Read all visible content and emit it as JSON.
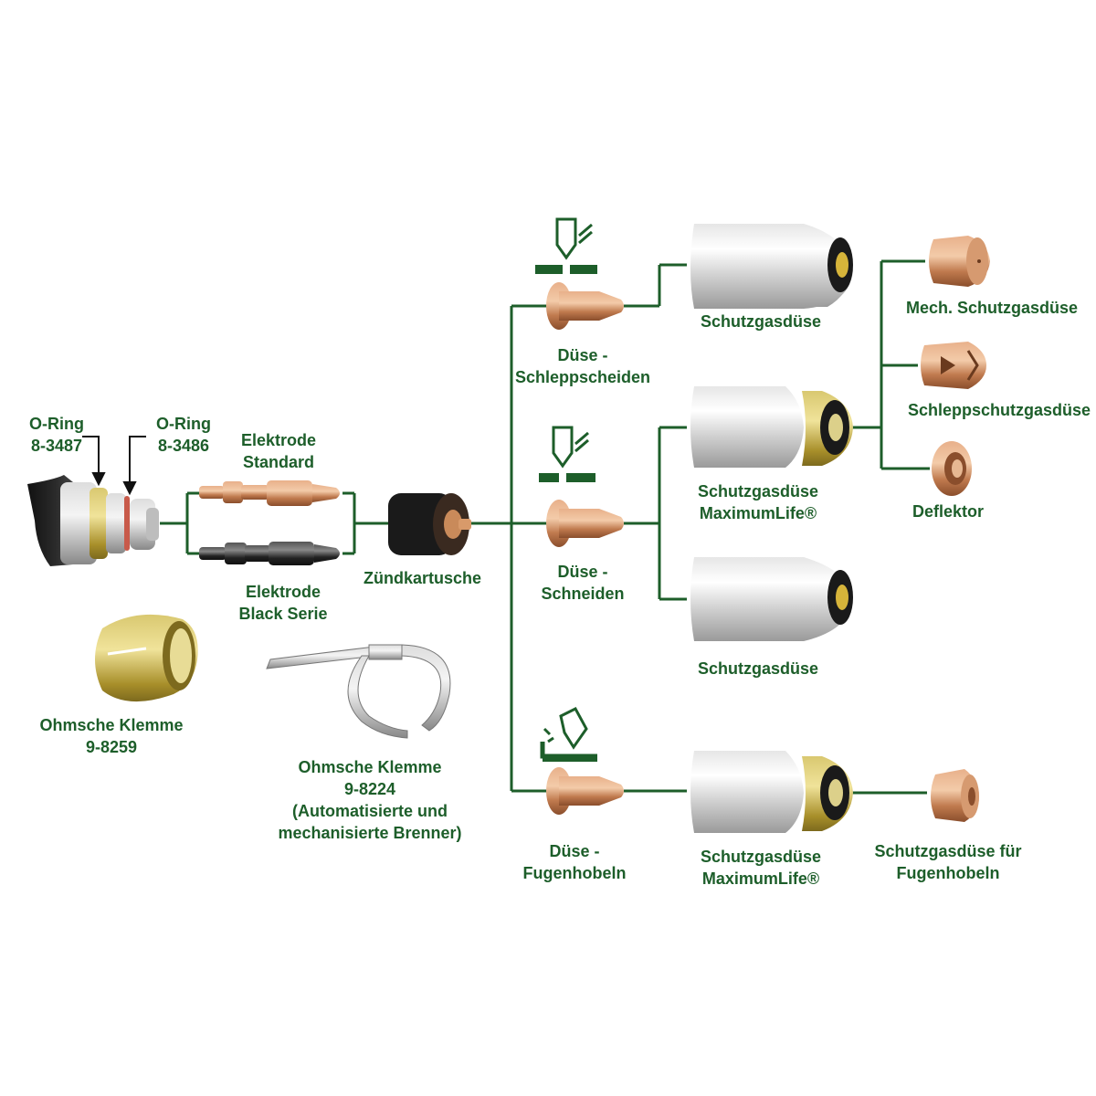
{
  "colors": {
    "label": "#1d5e2a",
    "line": "#1d5e2a",
    "copper": "#c9865a",
    "brass": "#b8a03a",
    "silver": "#d8d8d8",
    "black": "#1e1e1e"
  },
  "labels": {
    "oring_a_name": "O-Ring",
    "oring_a_number": "8-3487",
    "oring_b_name": "O-Ring",
    "oring_b_number": "8-3486",
    "elektrode_std_line1": "Elektrode",
    "elektrode_std_line2": "Standard",
    "elektrode_black_line1": "Elektrode",
    "elektrode_black_line2": "Black Serie",
    "zuendkartusche": "Zündkartusche",
    "ohm_klemme_a_name": "Ohmsche Klemme",
    "ohm_klemme_a_number": "9-8259",
    "ohm_klemme_b_name": "Ohmsche Klemme",
    "ohm_klemme_b_number": "9-8224",
    "ohm_klemme_b_note1": "(Automatisierte und",
    "ohm_klemme_b_note2": "mechanisierte Brenner)",
    "duese_schlepp_line1": "Düse -",
    "duese_schlepp_line2": "Schleppscheiden",
    "duese_schneiden_line1": "Düse -",
    "duese_schneiden_line2": "Schneiden",
    "duese_fugen_line1": "Düse -",
    "duese_fugen_line2": "Fugenhobeln",
    "schutzgas_top": "Schutzgasdüse",
    "schutzgas_ml_mid_line1": "Schutzgasdüse",
    "schutzgas_ml_mid_line2": "MaximumLife®",
    "schutzgas_low": "Schutzgasdüse",
    "schutzgas_ml_bottom_line1": "Schutzgasdüse",
    "schutzgas_ml_bottom_line2": "MaximumLife®",
    "mech_schutzgas": "Mech. Schutzgasdüse",
    "schlepp_schutzgas": "Schleppschutzgasdüse",
    "deflektor": "Deflektor",
    "schutzgas_fugen_line1": "Schutzgasdüse für",
    "schutzgas_fugen_line2": "Fugenhobeln"
  }
}
